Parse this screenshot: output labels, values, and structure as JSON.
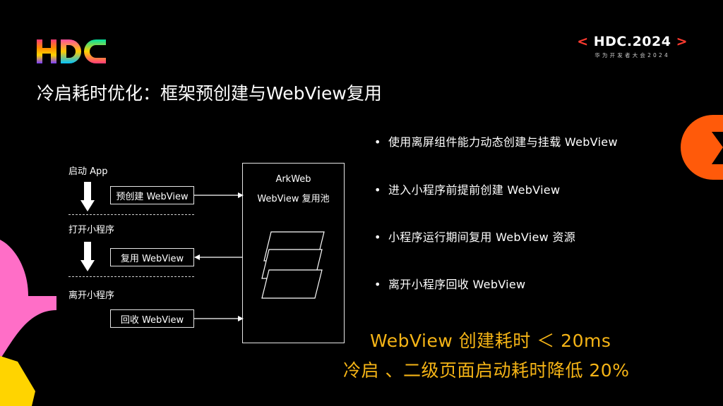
{
  "header": {
    "event_name": "HDC.2024",
    "event_open": "<",
    "event_close": ">",
    "event_subtitle": "华为开发者大会2024"
  },
  "slide": {
    "title": "冷启耗时优化：框架预创建与WebView复用"
  },
  "diagram": {
    "step_start": "启动 App",
    "box_precreate": "预创建 WebView",
    "step_open": "打开小程序",
    "box_reuse": "复用 WebView",
    "step_leave": "离开小程序",
    "box_recycle": "回收 WebView",
    "pool_line1": "ArkWeb",
    "pool_line2": "WebView 复用池"
  },
  "bullets": [
    "使用离屏组件能力动态创建与挂载 WebView",
    "进入小程序前提前创建 WebView",
    "小程序运行期间复用 WebView 资源",
    "离开小程序回收 WebView"
  ],
  "highlights": {
    "line1": "WebView 创建耗时 ＜ 20ms",
    "line2": "冷启 、二级页面启动耗时降低 20%"
  },
  "colors": {
    "background": "#000000",
    "highlight": "#f5b416",
    "accent_red": "#ff3b30",
    "deco_orange": "#ff5a0a",
    "deco_pink": "#ff6ec7",
    "deco_yellow": "#ffd400"
  }
}
